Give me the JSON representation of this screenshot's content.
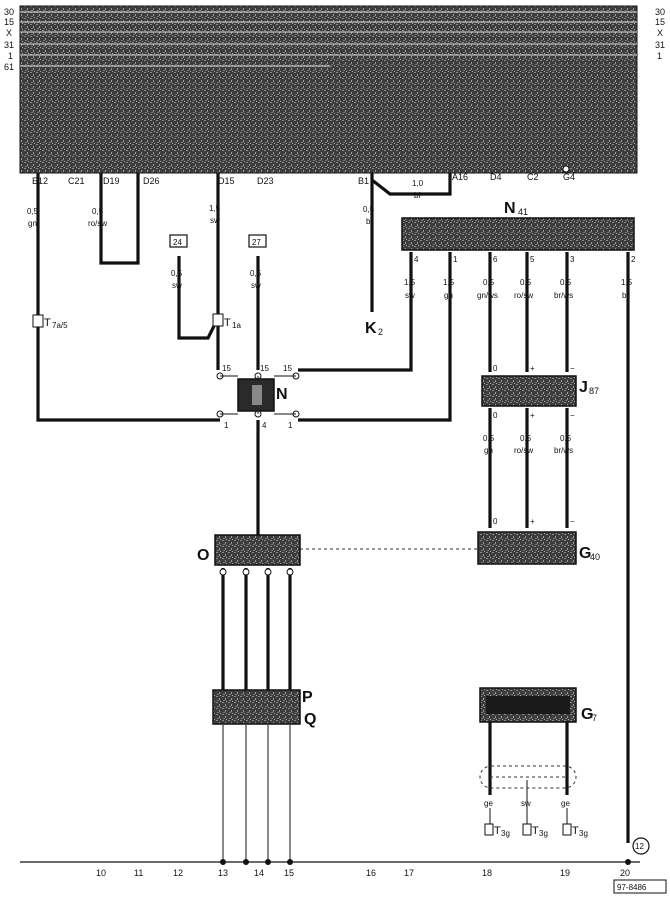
{
  "bus_lines_left": [
    "30",
    "15",
    "X",
    "31",
    "1",
    "61"
  ],
  "bus_lines_right": [
    "30",
    "15",
    "X",
    "31",
    "1"
  ],
  "relay_panel_terminals": [
    "E12",
    "C21",
    "D19",
    "D26",
    "D15",
    "D23",
    "B1",
    "A16",
    "D4",
    "C2",
    "G4"
  ],
  "wires": {
    "e12": {
      "size": "0,5",
      "color": "gn"
    },
    "d19": {
      "size": "0,5",
      "color": "ro/sw"
    },
    "d15": {
      "size": "1,5",
      "color": "sw"
    },
    "b1": {
      "size": "0,5",
      "color": "bl"
    },
    "a16": {
      "size": "1,0",
      "color": "bl"
    },
    "from24": {
      "size": "0,5",
      "color": "sw"
    },
    "from27": {
      "size": "0,5",
      "color": "sw"
    },
    "n41_4": {
      "size": "1,5",
      "color": "sw"
    },
    "n41_1": {
      "size": "1,5",
      "color": "gn"
    },
    "n41_6": {
      "size": "0,5",
      "color": "gn/ws"
    },
    "n41_5": {
      "size": "0,5",
      "color": "ro/sw"
    },
    "n41_3": {
      "size": "0,5",
      "color": "br/ws"
    },
    "n41_2": {
      "size": "1,5",
      "color": "br"
    },
    "j87_0": {
      "size": "0,5",
      "color": "gn"
    },
    "j87_plus": {
      "size": "0,5",
      "color": "ro/sw"
    },
    "j87_minus": {
      "size": "0,5",
      "color": "br/ws"
    },
    "g7_a": {
      "color": "ge"
    },
    "g7_b": {
      "color": "sw"
    },
    "g7_c": {
      "color": "ge"
    }
  },
  "refs": {
    "r24": "24",
    "r27": "27"
  },
  "components": {
    "n41": {
      "label": "N",
      "sub": "41",
      "pins": [
        "4",
        "1",
        "6",
        "5",
        "3",
        "2"
      ]
    },
    "n": {
      "label": "N",
      "pins_top": [
        "15",
        "15",
        "15"
      ],
      "pins_bottom": [
        "1",
        "4",
        "1"
      ]
    },
    "j87": {
      "label": "J",
      "sub": "87",
      "pins_top": [
        "0",
        "+",
        "−"
      ],
      "pins_bottom": [
        "0",
        "+",
        "−"
      ]
    },
    "g40": {
      "label": "G",
      "sub": "40",
      "pins": [
        "0",
        "+",
        "−"
      ]
    },
    "o": {
      "label": "O"
    },
    "pq": {
      "label_p": "P",
      "label_q": "Q"
    },
    "g7": {
      "label": "G",
      "sub": "7"
    },
    "k2": {
      "label": "K",
      "sub": "2"
    }
  },
  "connectors": {
    "t7a5": {
      "label": "T",
      "sub": "7a/5"
    },
    "t1a": {
      "label": "T",
      "sub": "1a"
    },
    "t3g_1": {
      "label": "T",
      "sub": "3g"
    },
    "t3g_2": {
      "label": "T",
      "sub": "3g"
    },
    "t3g_3": {
      "label": "T",
      "sub": "3g"
    }
  },
  "ground_ref": "12",
  "track_numbers": [
    "10",
    "11",
    "12",
    "13",
    "14",
    "15",
    "16",
    "17",
    "18",
    "19",
    "20"
  ],
  "doc_code": "97-8486",
  "colors": {
    "line": "#111111",
    "component_fill": "#555555",
    "relay_panel": "#4a4a4a"
  }
}
